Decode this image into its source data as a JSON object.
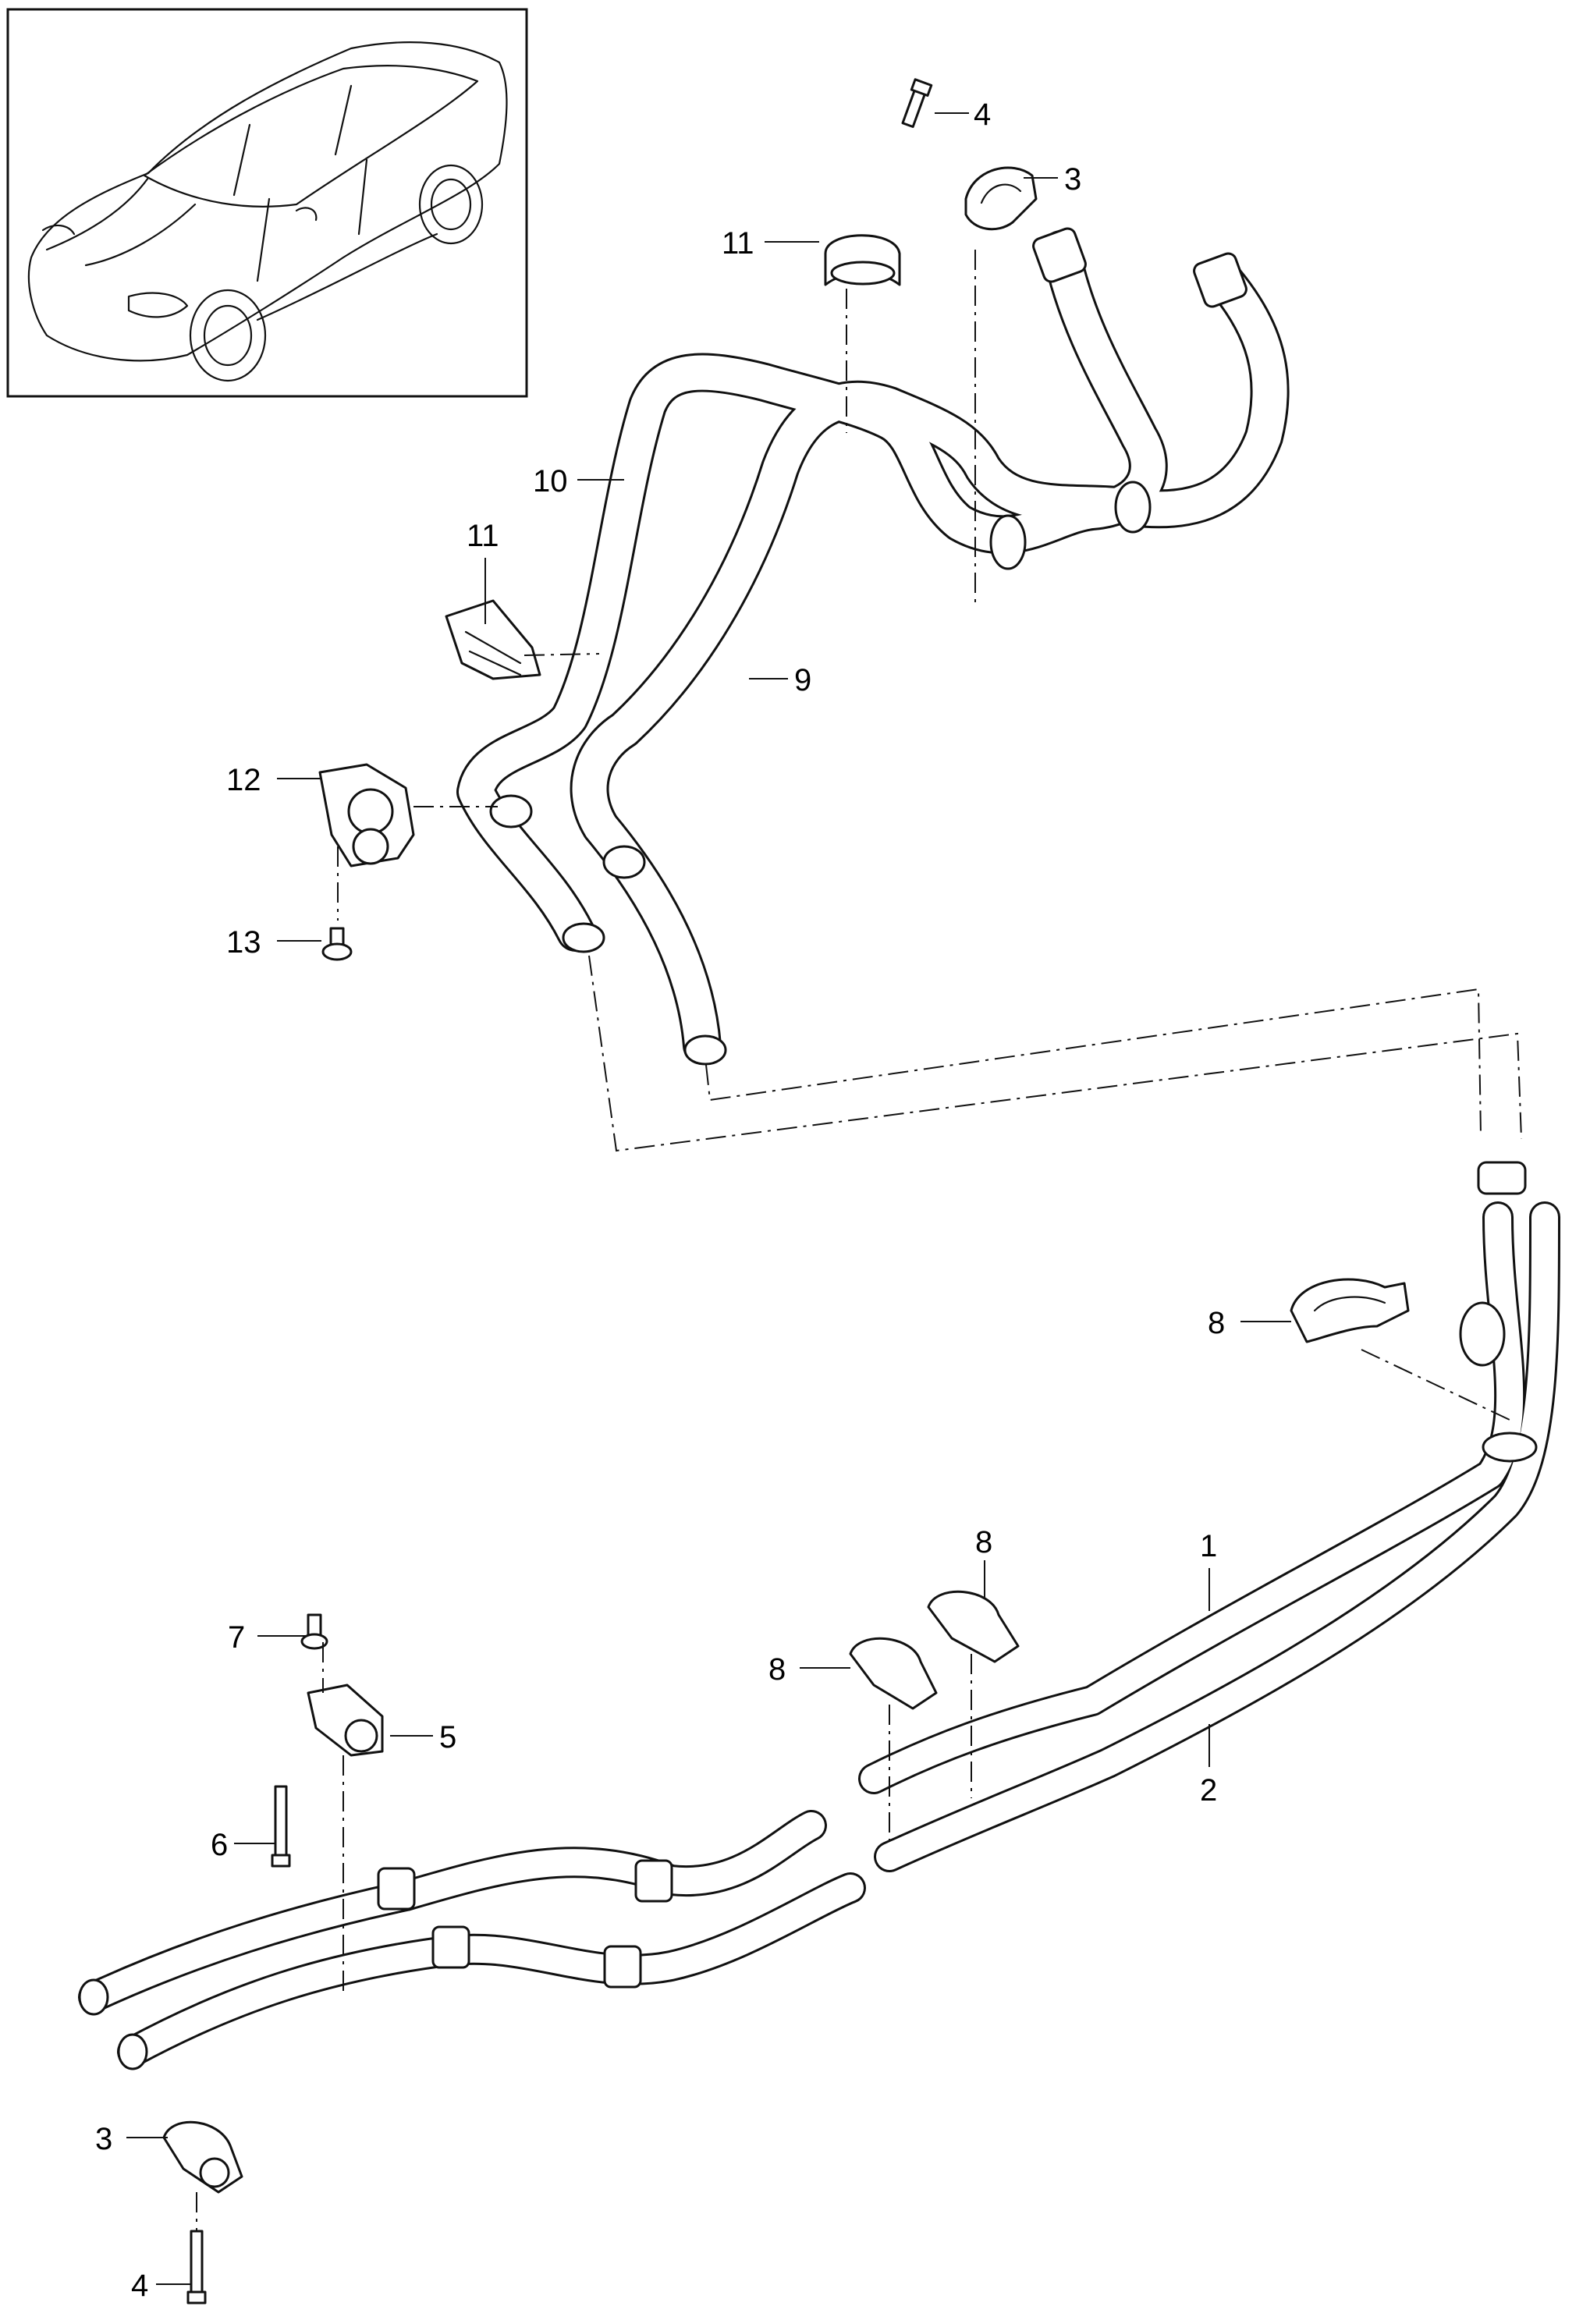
{
  "callouts": [
    {
      "id": "c1",
      "label": "1"
    },
    {
      "id": "c2",
      "label": "2"
    },
    {
      "id": "c3a",
      "label": "3"
    },
    {
      "id": "c3b",
      "label": "3"
    },
    {
      "id": "c4a",
      "label": "4"
    },
    {
      "id": "c4b",
      "label": "4"
    },
    {
      "id": "c5",
      "label": "5"
    },
    {
      "id": "c6",
      "label": "6"
    },
    {
      "id": "c7",
      "label": "7"
    },
    {
      "id": "c8a",
      "label": "8"
    },
    {
      "id": "c8b",
      "label": "8"
    },
    {
      "id": "c8c",
      "label": "8"
    },
    {
      "id": "c9",
      "label": "9"
    },
    {
      "id": "c10",
      "label": "10"
    },
    {
      "id": "c11a",
      "label": "11"
    },
    {
      "id": "c11b",
      "label": "11"
    },
    {
      "id": "c12",
      "label": "12"
    },
    {
      "id": "c13",
      "label": "13"
    }
  ],
  "icons": {
    "vehicle": "car-outline-icon",
    "clamp": "hose-clamp-icon",
    "bolt": "bolt-icon"
  }
}
